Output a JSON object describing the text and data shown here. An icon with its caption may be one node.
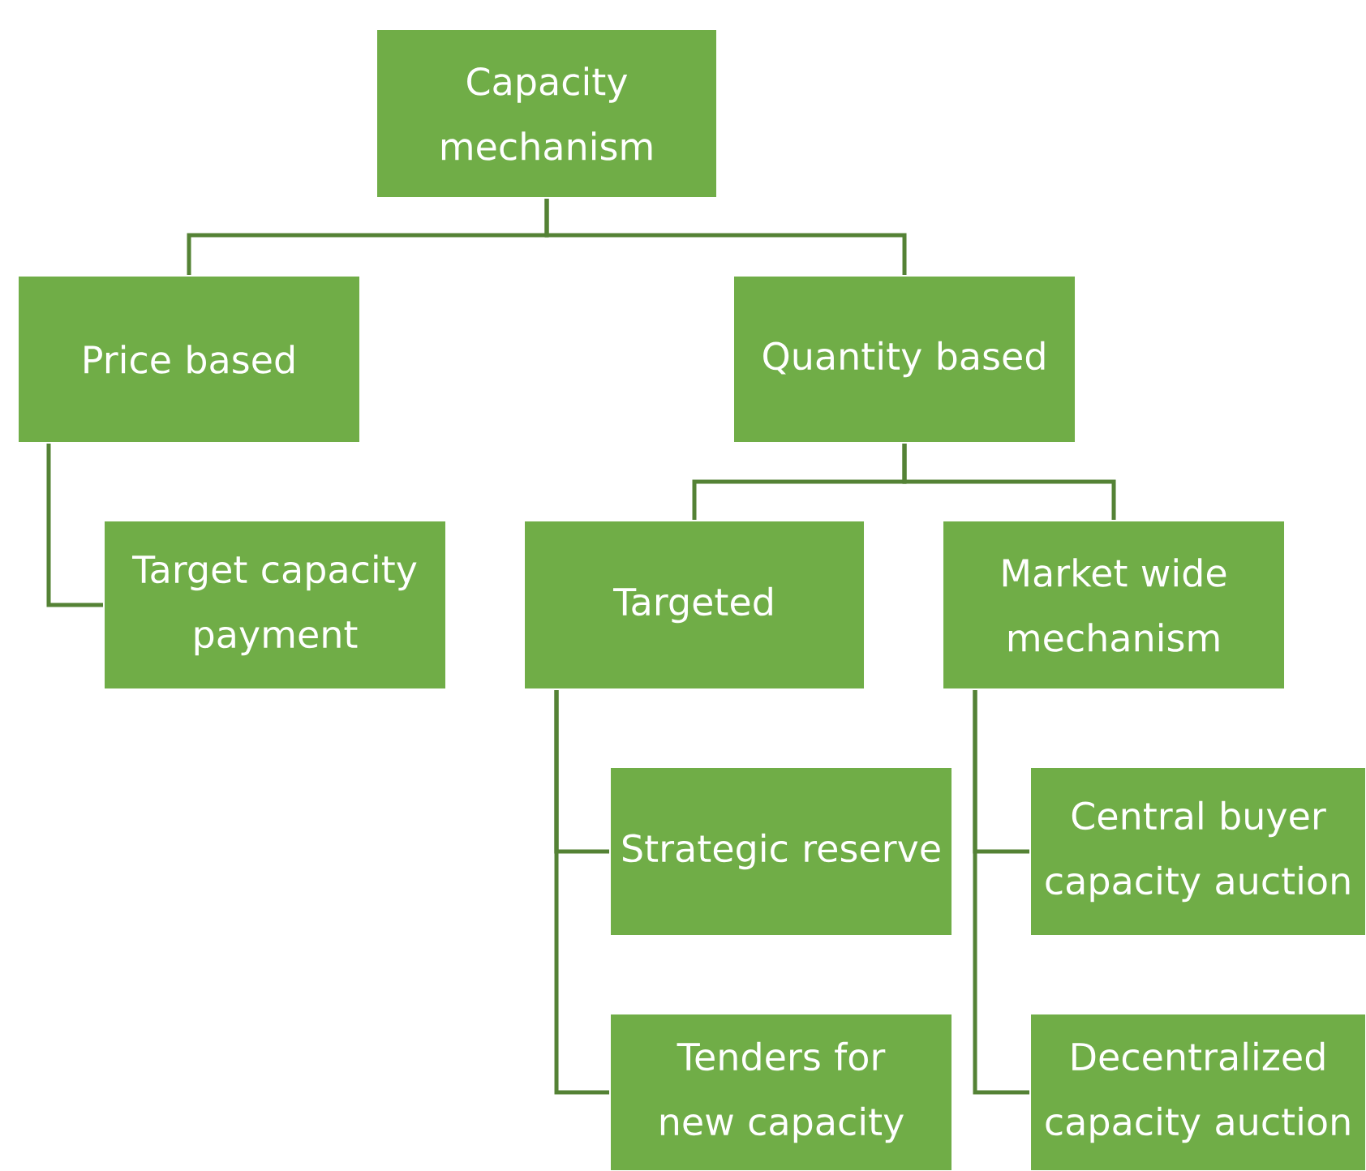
{
  "diagram": {
    "nodes": [
      {
        "text": [
          "Capacity mechanism"
        ]
      },
      {
        "text": [
          "Price based"
        ]
      },
      {
        "text": [
          "Quantity based"
        ]
      },
      {
        "text": [
          "Target capacity payment"
        ]
      },
      {
        "text": [
          "Targeted"
        ]
      },
      {
        "text": [
          "Market wide mechanism"
        ]
      },
      {
        "text": [
          "Strategic reserve"
        ]
      },
      {
        "text": [
          "Tenders for new capacity"
        ]
      },
      {
        "text": [
          "Central buyer capacity auction"
        ]
      },
      {
        "text": [
          "Decentralized capacity auction"
        ]
      }
    ],
    "edges": [
      {
        "from": 0,
        "to": 1,
        "arrow": "none"
      },
      {
        "from": 0,
        "to": 2,
        "arrow": "none"
      },
      {
        "from": 1,
        "to": 3,
        "arrow": "none"
      },
      {
        "from": 2,
        "to": 4,
        "arrow": "none"
      },
      {
        "from": 2,
        "to": 5,
        "arrow": "none"
      },
      {
        "from": 4,
        "to": 6,
        "arrow": "none"
      },
      {
        "from": 4,
        "to": 7,
        "arrow": "none"
      },
      {
        "from": 5,
        "to": 8,
        "arrow": "none"
      },
      {
        "from": 5,
        "to": 9,
        "arrow": "none"
      }
    ]
  }
}
